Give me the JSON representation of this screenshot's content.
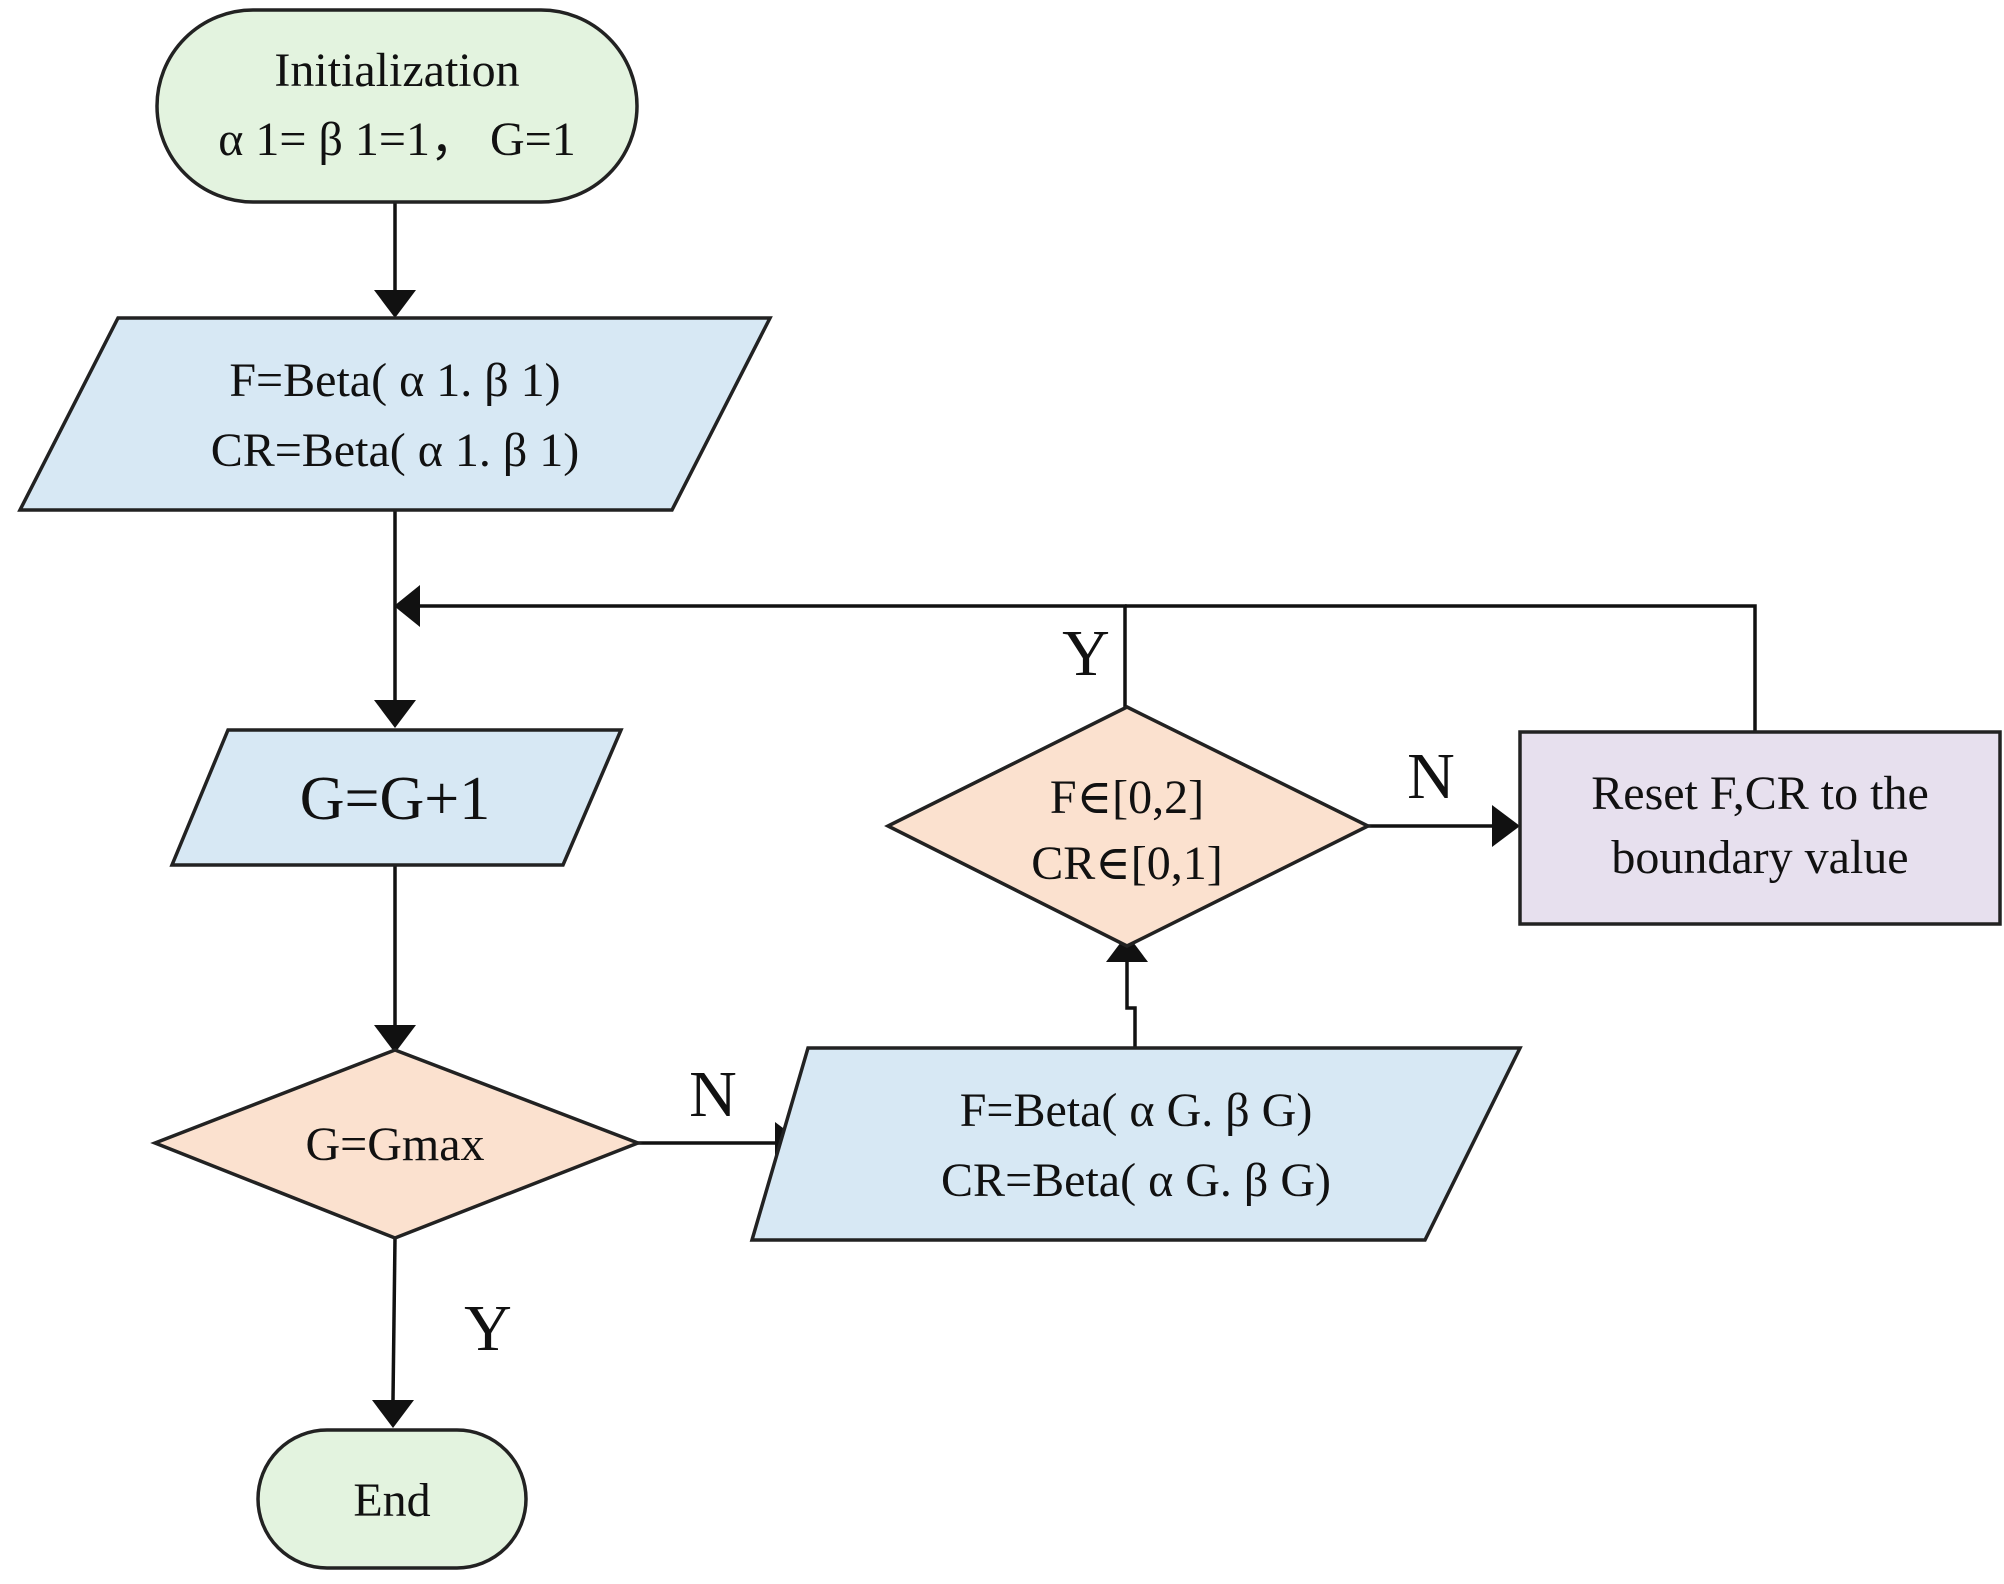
{
  "colors": {
    "terminal_fill": "#e3f3df",
    "process_fill": "#d7e8f4",
    "decision_fill": "#fbe1cf",
    "reset_fill": "#e7e0ee",
    "stroke": "#222222"
  },
  "nodes": {
    "init": {
      "line1": "Initialization",
      "line2": "α 1= β 1=1， G=1"
    },
    "beta1": {
      "line1": "F=Beta( α 1. β 1)",
      "line2": "CR=Beta( α 1. β 1)"
    },
    "increment": {
      "label": "G=G+1"
    },
    "gmax_check": {
      "label": "G=Gmax"
    },
    "betaG": {
      "line1": "F=Beta( α G. β G)",
      "line2": "CR=Beta( α G. β G)"
    },
    "range_check": {
      "line1": "F∈[0,2]",
      "line2": "CR∈[0,1]"
    },
    "reset": {
      "line1": "Reset F,CR to the",
      "line2": "boundary value"
    },
    "end": {
      "label": "End"
    }
  },
  "edges": {
    "gmax_no": "N",
    "gmax_yes": "Y",
    "range_yes": "Y",
    "range_no": "N"
  }
}
